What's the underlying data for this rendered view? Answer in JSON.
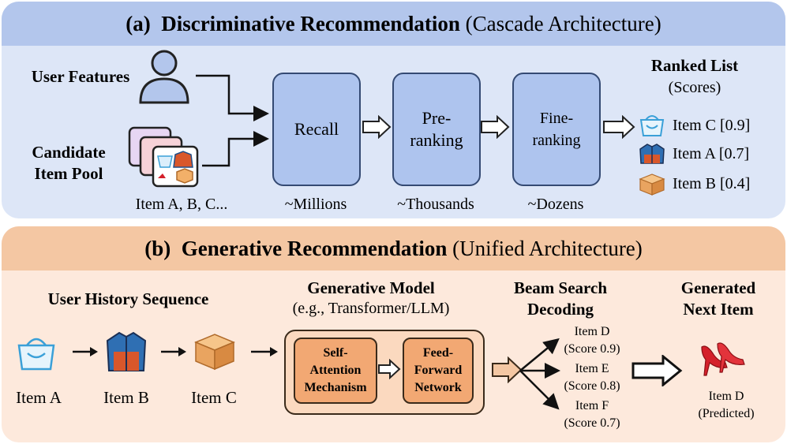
{
  "panel_a": {
    "title_prefix": "(a)",
    "title_bold": "Discriminative Recommendation",
    "title_rest": "(Cascade Architecture)",
    "user_features": "User Features",
    "candidate_pool_line1": "Candidate",
    "candidate_pool_line2": "Item Pool",
    "pool_items": "Item A, B, C...",
    "stages": [
      {
        "label_line1": "Recall",
        "label_line2": "",
        "scale": "~Millions"
      },
      {
        "label_line1": "Pre-",
        "label_line2": "ranking",
        "scale": "~Thousands"
      },
      {
        "label_line1": "Fine-",
        "label_line2": "ranking",
        "scale": "~Dozens"
      }
    ],
    "ranked_title": "Ranked List",
    "ranked_subtitle": "(Scores)",
    "ranked_items": [
      {
        "label": "Item C [0.9]",
        "icon": "bag-icon"
      },
      {
        "label": "Item A [0.7]",
        "icon": "jacket-icon"
      },
      {
        "label": "Item B [0.4]",
        "icon": "box-icon"
      }
    ]
  },
  "panel_b": {
    "title_prefix": "(b)",
    "title_bold": "Generative Recommendation",
    "title_rest": "(Unified Architecture)",
    "history_title": "User History Sequence",
    "history_items": [
      {
        "label": "Item A",
        "icon": "bag-icon"
      },
      {
        "label": "Item B",
        "icon": "jacket-icon"
      },
      {
        "label": "Item C",
        "icon": "box-icon"
      }
    ],
    "model_title": "Generative Model",
    "model_subtitle": "(e.g., Transformer/LLM)",
    "attention_line1": "Self-",
    "attention_line2": "Attention",
    "attention_line3": "Mechanism",
    "ffn_line1": "Feed-",
    "ffn_line2": "Forward",
    "ffn_line3": "Network",
    "beam_title_line1": "Beam Search",
    "beam_title_line2": "Decoding",
    "beams": [
      {
        "item": "Item D",
        "score": "(Score 0.9)"
      },
      {
        "item": "Item E",
        "score": "(Score 0.8)"
      },
      {
        "item": "Item F",
        "score": "(Score 0.7)"
      }
    ],
    "generated_title_line1": "Generated",
    "generated_title_line2": "Next Item",
    "generated_item": "Item D",
    "generated_note": "(Predicted)"
  },
  "colors": {
    "panel_a_bg": "#dde6f7",
    "panel_a_band": "#b3c6ec",
    "stage_fill": "#aec4ee",
    "panel_b_bg": "#fde9dc",
    "panel_b_band": "#f4c7a3",
    "model_fill": "#fbd9bf",
    "inner_fill": "#f2a873"
  }
}
